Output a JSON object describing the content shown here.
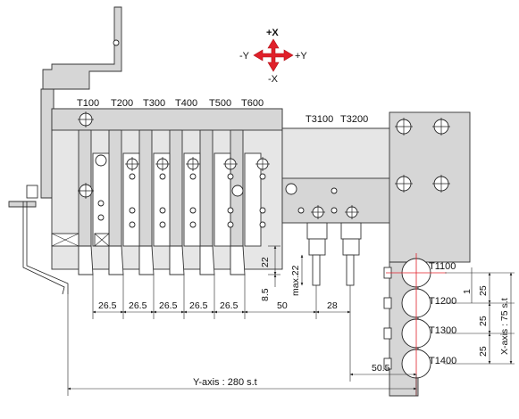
{
  "axes": {
    "plus_x": "+X",
    "minus_x": "-X",
    "plus_y": "+Y",
    "minus_y": "-Y",
    "arrow_color": "#e0202a"
  },
  "tools": {
    "gang": [
      "T100",
      "T200",
      "T300",
      "T400",
      "T500",
      "T600"
    ],
    "drill": [
      "T3100",
      "T3200"
    ],
    "turret": [
      "T1100",
      "T1200",
      "T1300",
      "T1400"
    ]
  },
  "dimensions": {
    "gang_pitch": [
      "26.5",
      "26.5",
      "26.5",
      "26.5",
      "26.5"
    ],
    "gap_to_drill": "50",
    "drill_pitch": "28",
    "turret_offset": "50.5",
    "turret_pitch": [
      "25",
      "25",
      "25"
    ],
    "small_gap": "1",
    "height_22": "22",
    "height_8_5": "8.5",
    "max_22": "max.22",
    "x_axis": "X-axis : 75 s.t",
    "y_axis": "Y-axis : 280 s.t"
  },
  "colors": {
    "body": "#d6d6d6",
    "light": "#e6e6e6",
    "red": "#e0202a"
  }
}
